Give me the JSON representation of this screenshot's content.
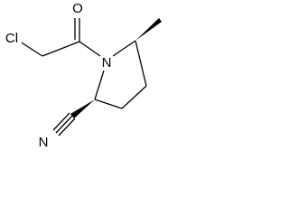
{
  "molecule": {
    "atoms": {
      "chlorine": "Cl",
      "oxygen": "O",
      "nitrogen_ring": "N",
      "nitrogen_nitrile": "N"
    },
    "colors": {
      "ink": "#000000",
      "background": "#ffffff"
    }
  }
}
